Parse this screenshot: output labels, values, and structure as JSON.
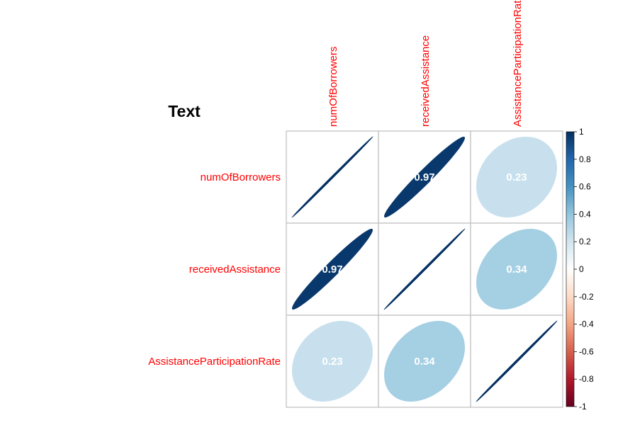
{
  "chart_data": {
    "type": "heatmap",
    "title": "Text",
    "variables": [
      "numOfBorrowers",
      "receivedAssistance",
      "AssistanceParticipationRate"
    ],
    "matrix": [
      [
        1,
        0.97,
        0.23
      ],
      [
        0.97,
        1,
        0.34
      ],
      [
        0.23,
        0.34,
        1
      ]
    ],
    "value_labels": [
      [
        "",
        "0.97",
        "0.23"
      ],
      [
        "0.97",
        "",
        "0.34"
      ],
      [
        "0.23",
        "0.34",
        ""
      ]
    ],
    "colorbar": {
      "range": [
        -1,
        1
      ],
      "ticks": [
        -1,
        -0.8,
        -0.6,
        -0.4,
        -0.2,
        0,
        0.2,
        0.4,
        0.6,
        0.8,
        1
      ],
      "tick_labels": [
        "-1",
        "-0.8",
        "-0.6",
        "-0.4",
        "-0.2",
        "0",
        "0.2",
        "0.4",
        "0.6",
        "0.8",
        "1"
      ]
    },
    "label_color": "#ff0000",
    "grid": true,
    "legend": "right"
  }
}
